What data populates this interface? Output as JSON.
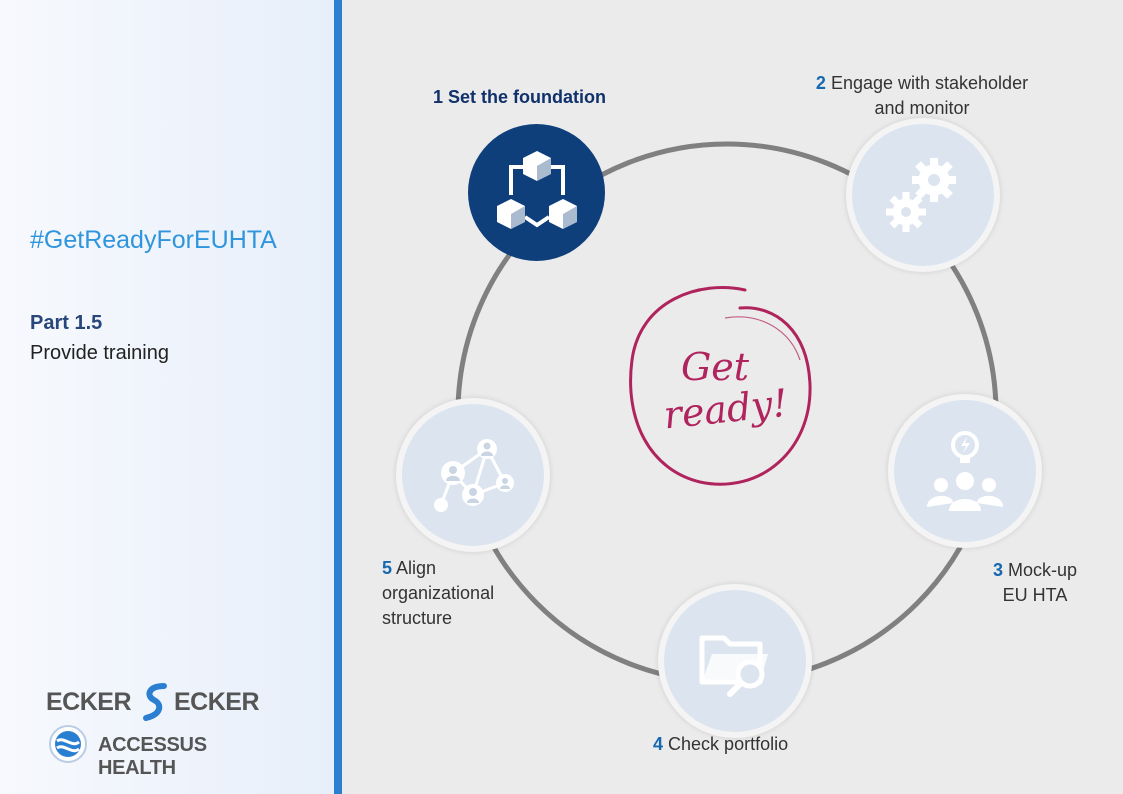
{
  "sidebar": {
    "hashtag": "#GetReadyForEUHTA",
    "part_number": "Part 1.5",
    "part_title": "Provide training",
    "logos": {
      "ecker_left": "ECKER",
      "ecker_right": "ECKER",
      "accessus": "ACCESSUS HEALTH"
    }
  },
  "cycle": {
    "center_text_line1": "Get",
    "center_text_line2": "ready!",
    "steps": [
      {
        "num": "1",
        "label": "Set the foundation",
        "icon": "network-cubes-icon",
        "active": true
      },
      {
        "num": "2",
        "label_line1": "Engage with stakeholder",
        "label_line2": "and monitor",
        "icon": "gears-icon",
        "active": false
      },
      {
        "num": "3",
        "label_line1": "Mock-up",
        "label_line2": "EU HTA",
        "icon": "team-idea-icon",
        "active": false
      },
      {
        "num": "4",
        "label": "Check portfolio",
        "icon": "folder-search-icon",
        "active": false
      },
      {
        "num": "5",
        "label_line1": "Align",
        "label_line2": "organizational",
        "label_line3": "structure",
        "icon": "people-network-icon",
        "active": false
      }
    ]
  },
  "colors": {
    "accent_blue": "#2b7fd0",
    "dark_navy": "#0f3f7b",
    "step_number_blue": "#1668b0",
    "get_ready_magenta": "#b0245e"
  }
}
